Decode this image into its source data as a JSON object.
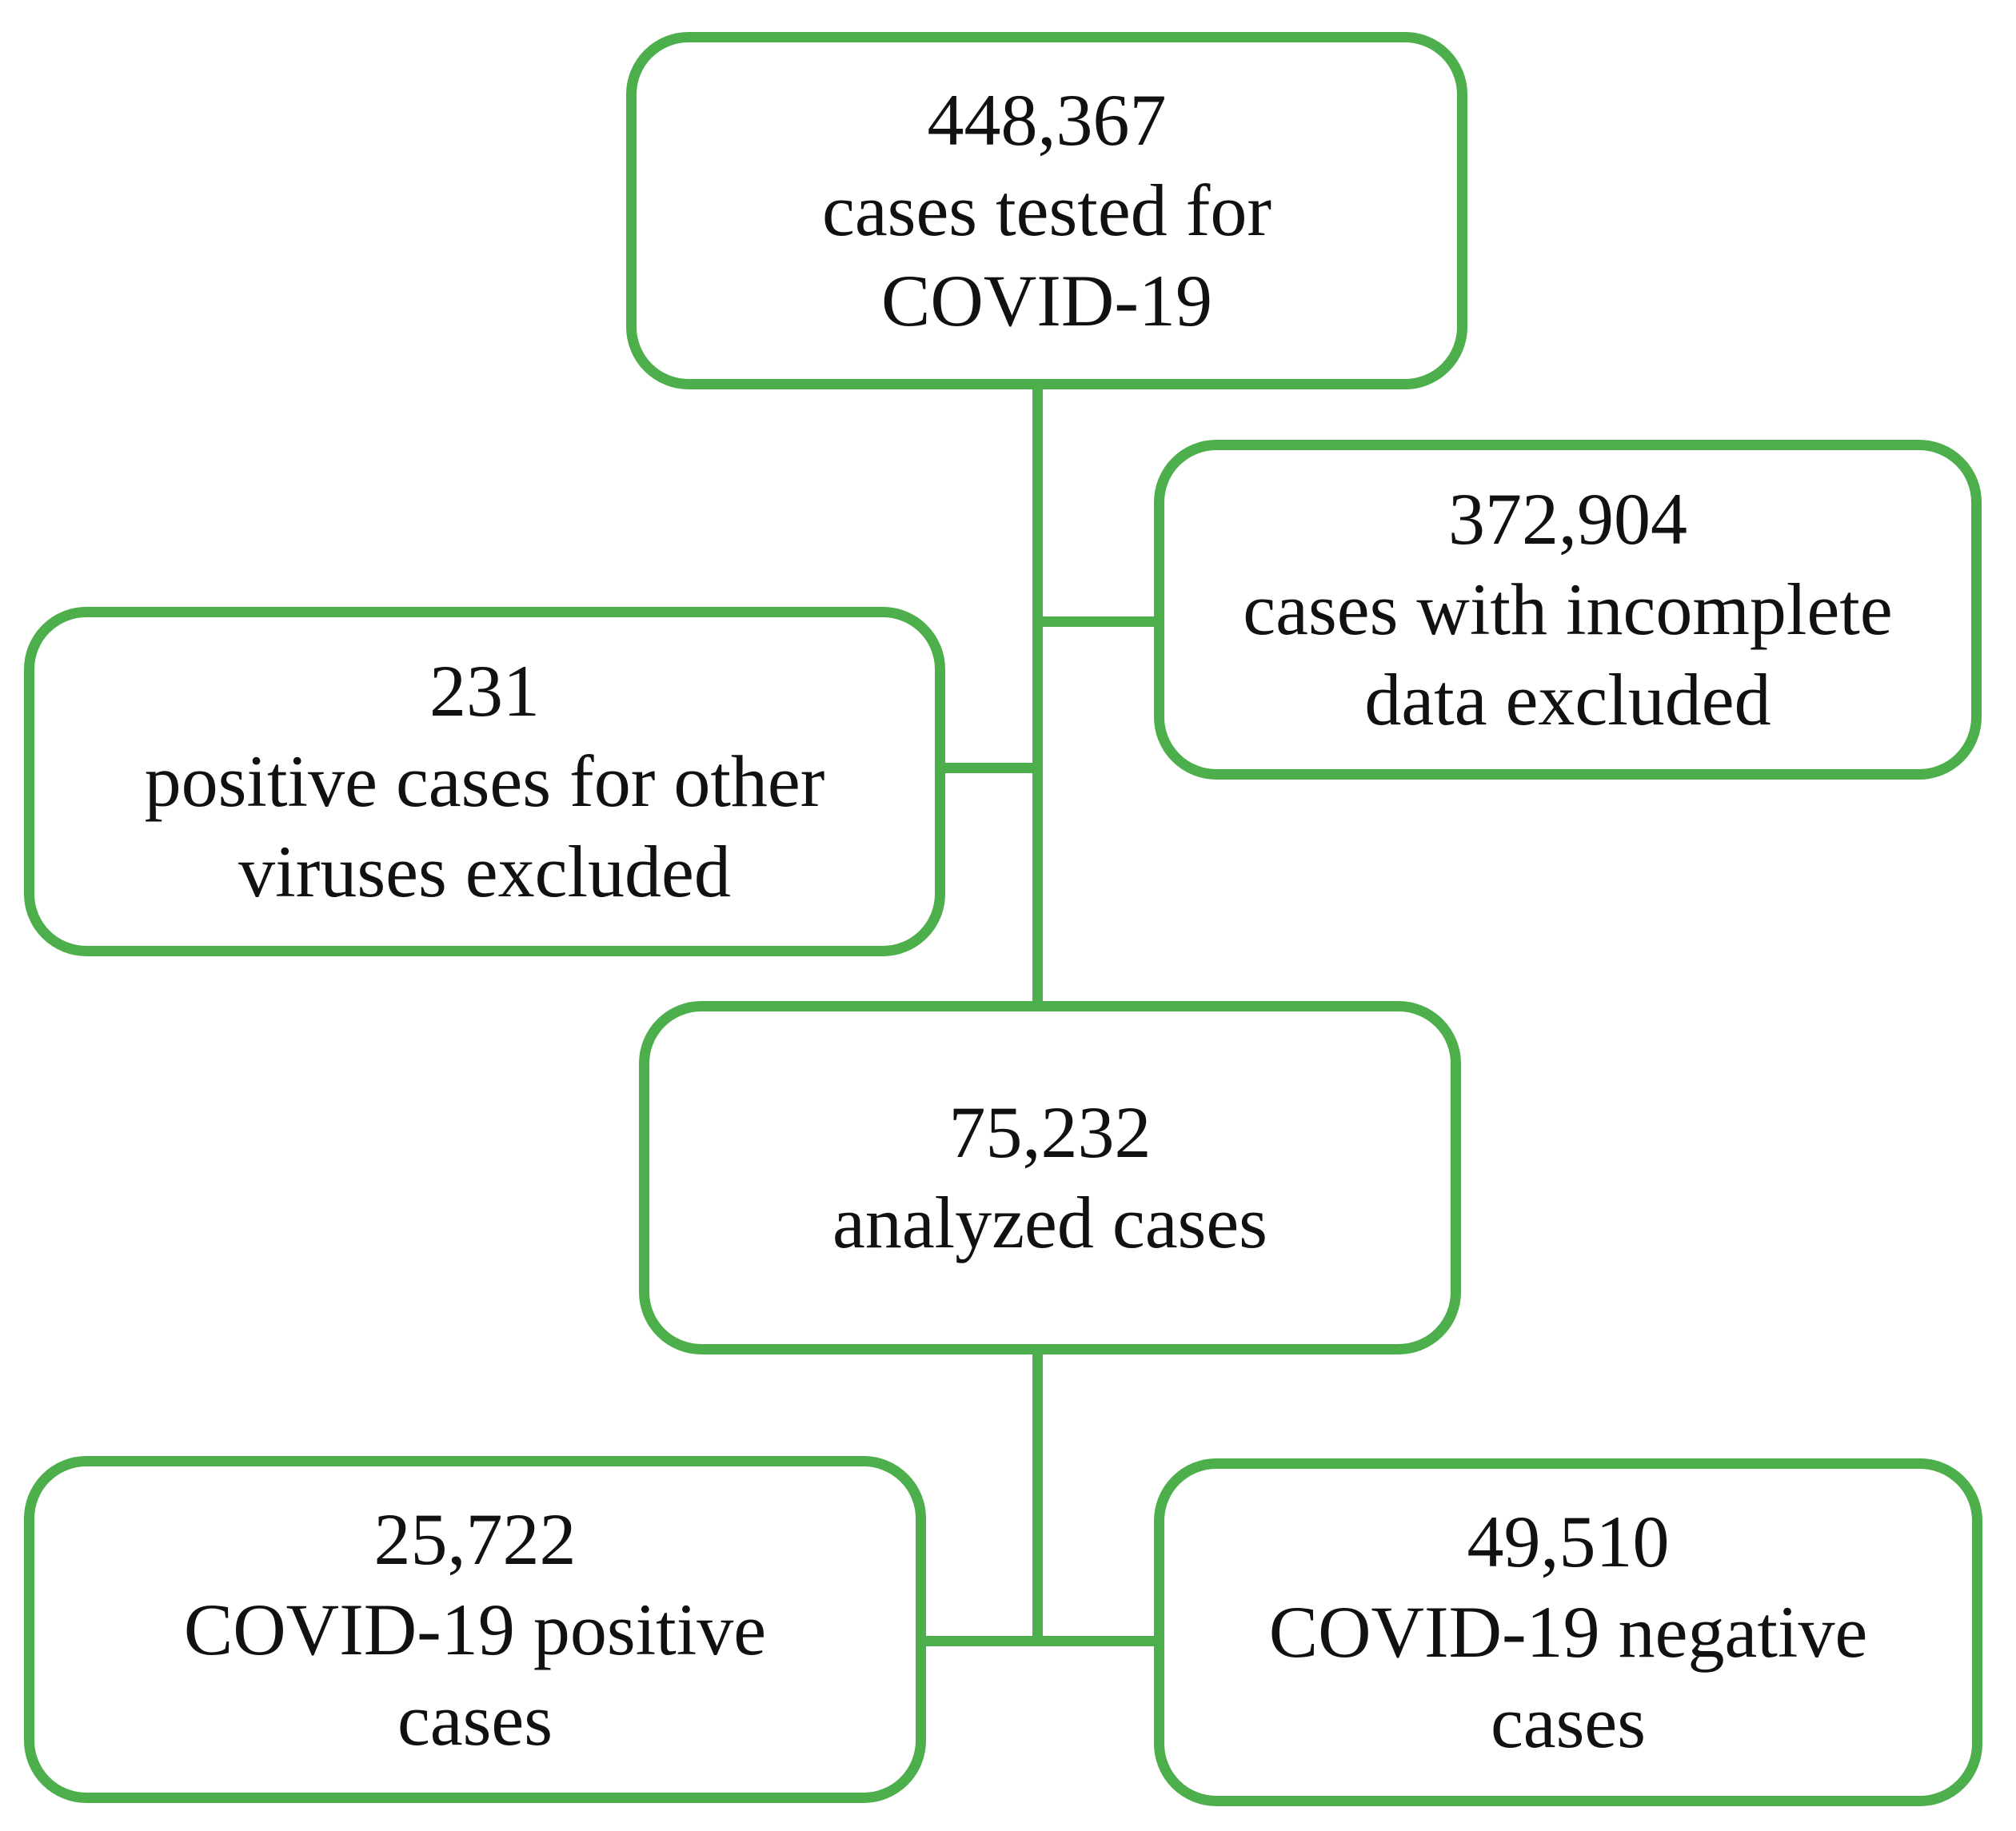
{
  "figure": {
    "type": "flowchart",
    "background_color": "#ffffff",
    "accent_color": "#4caf4b",
    "text_color": "#111111"
  },
  "boxes": {
    "tested": {
      "value": "448,367",
      "line2": "cases tested for",
      "line3": "COVID-19"
    },
    "incomplete": {
      "value": "372,904",
      "line2": "cases with incomplete",
      "line3": "data excluded"
    },
    "other": {
      "value": "231",
      "line2": "positive cases for other",
      "line3": "viruses excluded"
    },
    "analyzed": {
      "value": "75,232",
      "line2": "analyzed cases"
    },
    "positive": {
      "value": "25,722",
      "line2": "COVID-19 positive",
      "line3": "cases"
    },
    "negative": {
      "value": "49,510",
      "line2": "COVID-19 negative",
      "line3": "cases"
    }
  }
}
